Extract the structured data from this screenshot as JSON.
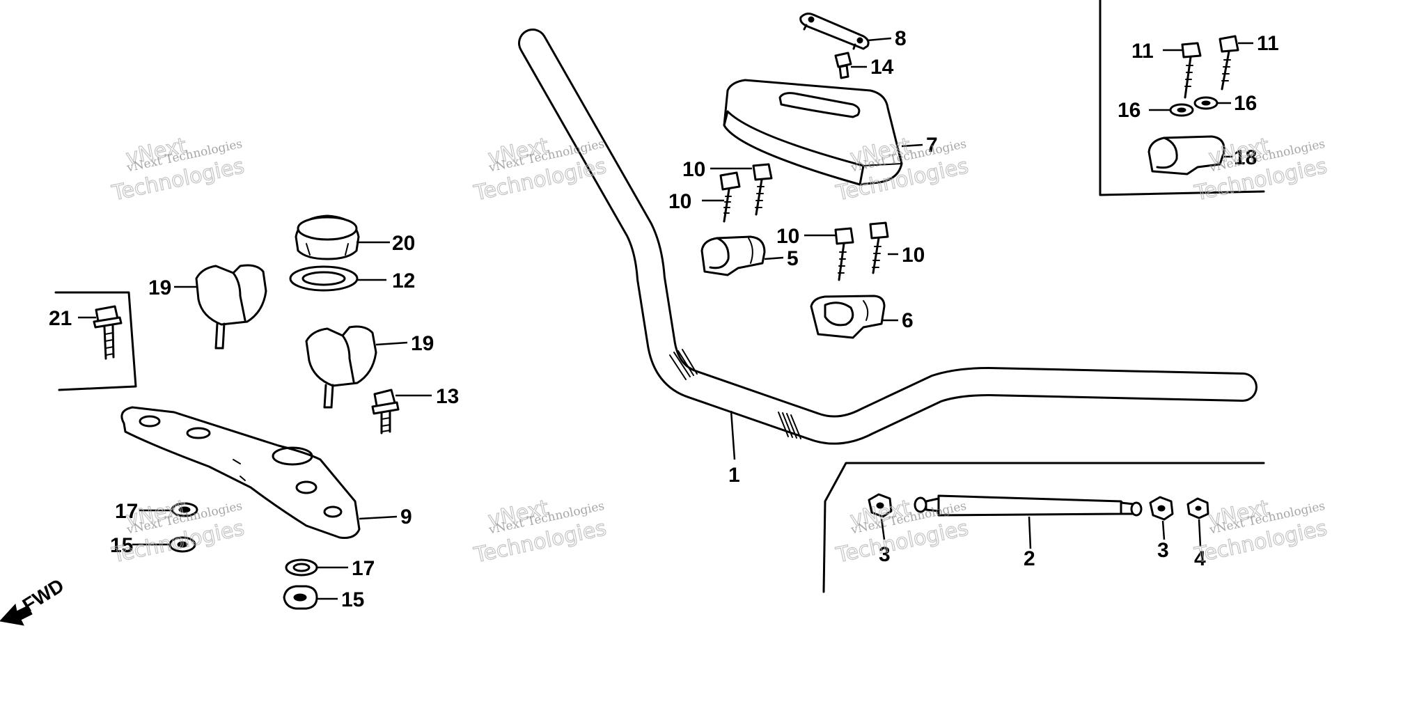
{
  "callouts": {
    "c1": "1",
    "c2": "2",
    "c3a": "3",
    "c3b": "3",
    "c4": "4",
    "c5": "5",
    "c6": "6",
    "c7": "7",
    "c8": "8",
    "c9": "9",
    "c10a": "10",
    "c10b": "10",
    "c10c": "10",
    "c10d": "10",
    "c11a": "11",
    "c11b": "11",
    "c12": "12",
    "c13": "13",
    "c14": "14",
    "c15a": "15",
    "c15b": "15",
    "c16a": "16",
    "c16b": "16",
    "c17a": "17",
    "c17b": "17",
    "c18": "18",
    "c19a": "19",
    "c19b": "19",
    "c20": "20",
    "c21": "21"
  },
  "direction_label": "FWD",
  "watermark": {
    "small": "vNext Technologies",
    "large": "Technologies",
    "logo": "vNext"
  }
}
